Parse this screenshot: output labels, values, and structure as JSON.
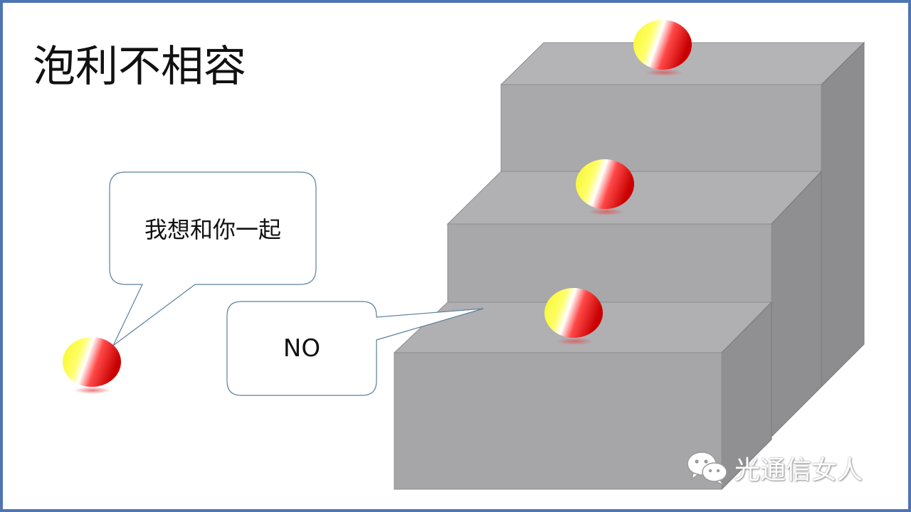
{
  "slide": {
    "title": "泡利不相容"
  },
  "callouts": [
    {
      "text": "我想和你一起"
    },
    {
      "text": "NO"
    }
  ],
  "watermark": {
    "icon": "wechat-icon",
    "text": "光通信女人"
  },
  "colors": {
    "border": "#4f74b3",
    "step_front": "#a7a6a9",
    "step_top": "#b3b2b5",
    "step_side": "#8a898c",
    "bubble_stroke": "#5b7f9a",
    "ball_yellow": "#ffff33",
    "ball_red": "#e81010"
  }
}
